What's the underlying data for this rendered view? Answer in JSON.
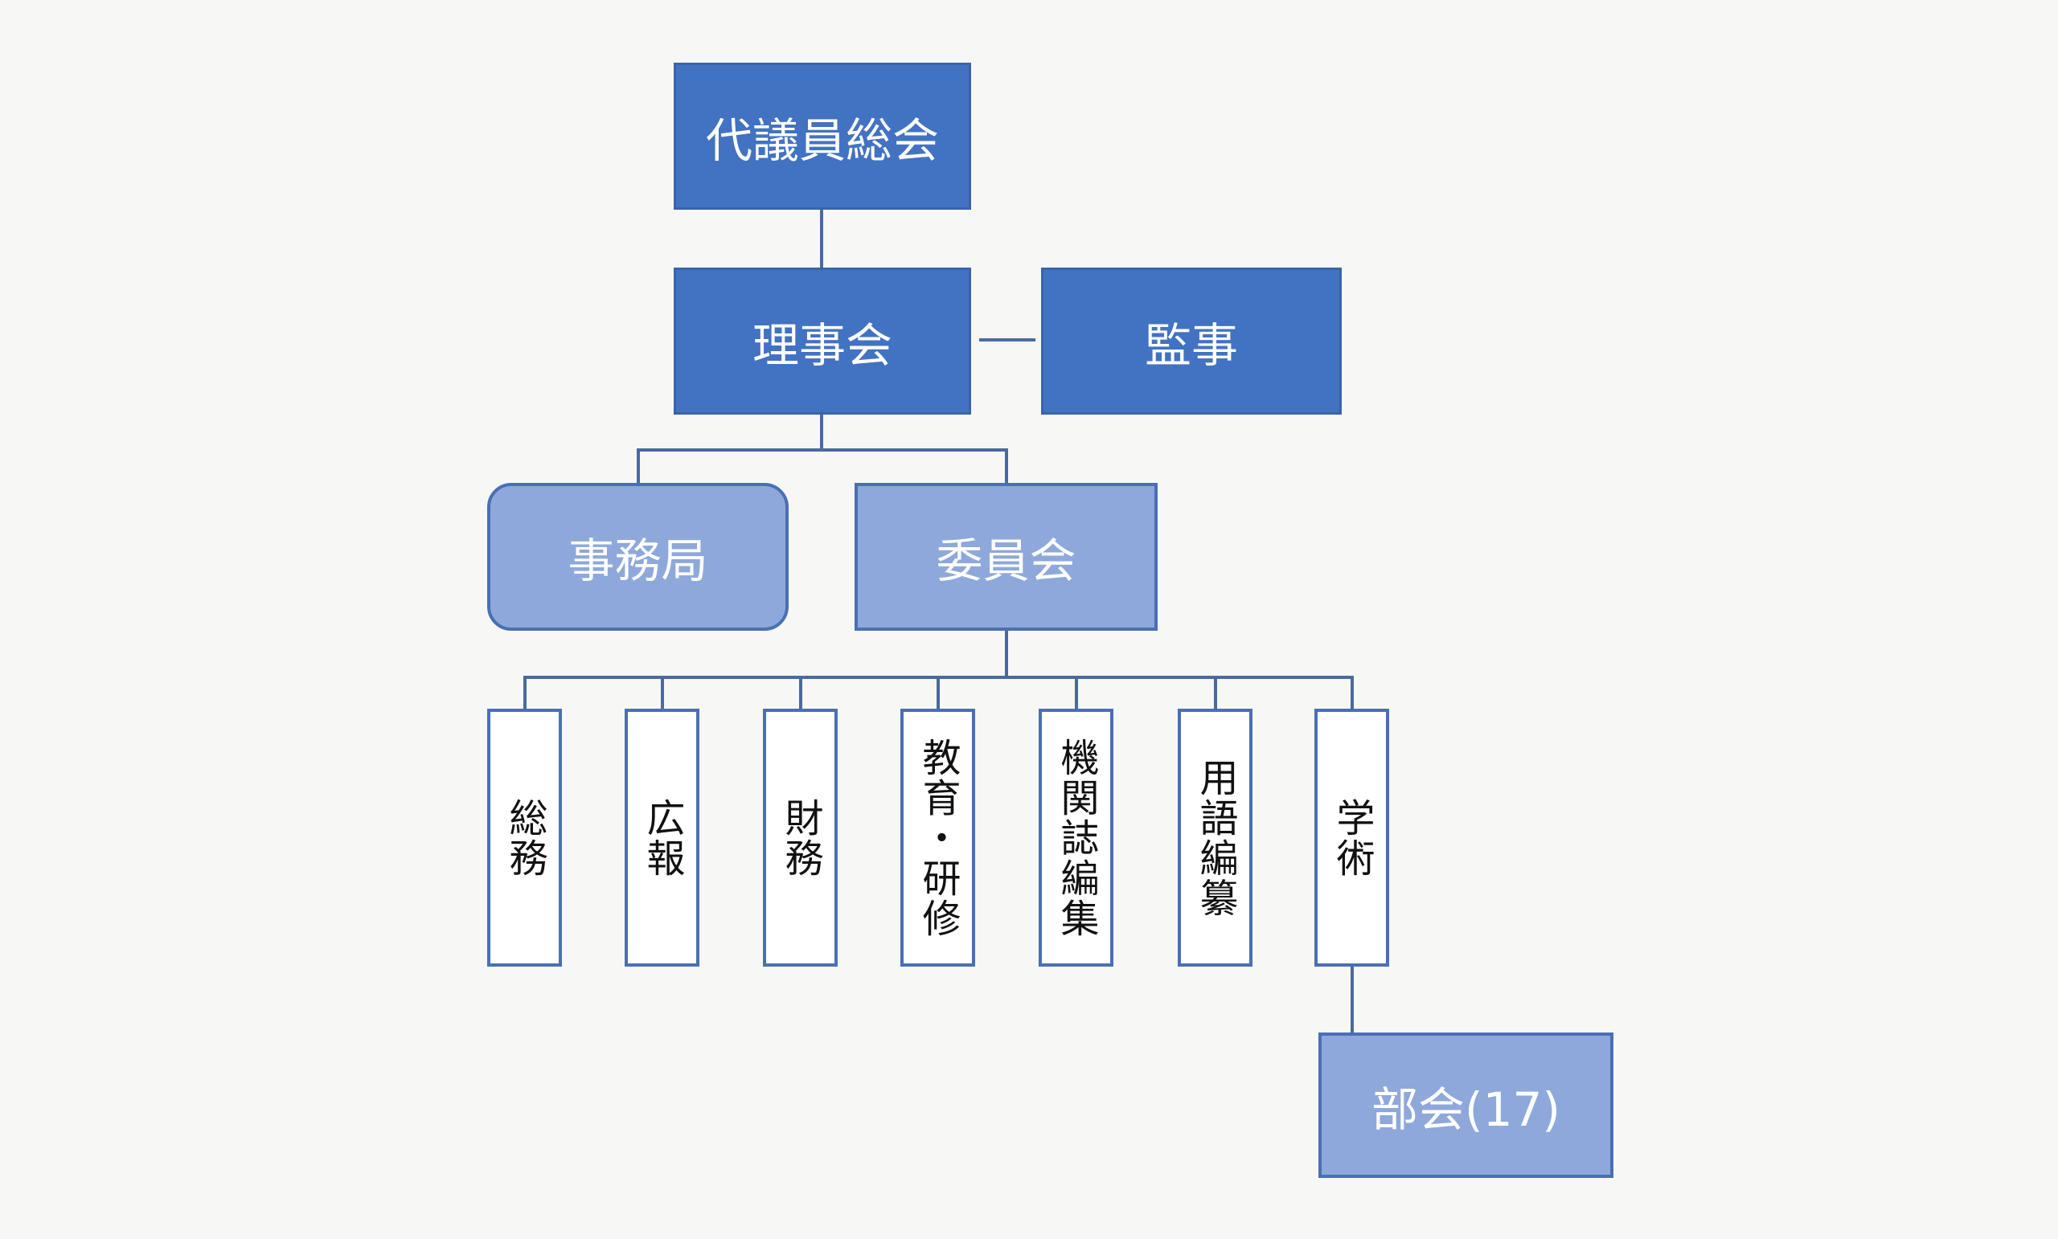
{
  "nodes": {
    "general_assembly": "代議員総会",
    "board": "理事会",
    "auditor": "監事",
    "secretariat": "事務局",
    "committees": "委員会",
    "subcommittees": [
      "総務",
      "広報",
      "財務",
      "教育・研修",
      "機関誌編集",
      "用語編纂",
      "学術"
    ],
    "sections": "部会(17)"
  },
  "colors": {
    "dark_box": "#4272c2",
    "light_box": "#8ea8db",
    "border": "#4a6fb5",
    "background": "#f7f8f6"
  }
}
